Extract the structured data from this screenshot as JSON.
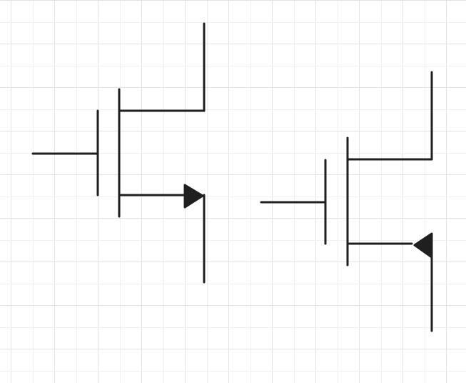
{
  "canvas": {
    "background": "#ffffff",
    "grid_major_color": "#e3e3e3",
    "grid_minor_color": "#f0f0f0",
    "stroke_color": "#1f1f1f"
  },
  "symbols": [
    {
      "kind": "n-channel-mosfet",
      "source_arrow": "outward"
    },
    {
      "kind": "p-channel-mosfet",
      "source_arrow": "inward"
    }
  ]
}
